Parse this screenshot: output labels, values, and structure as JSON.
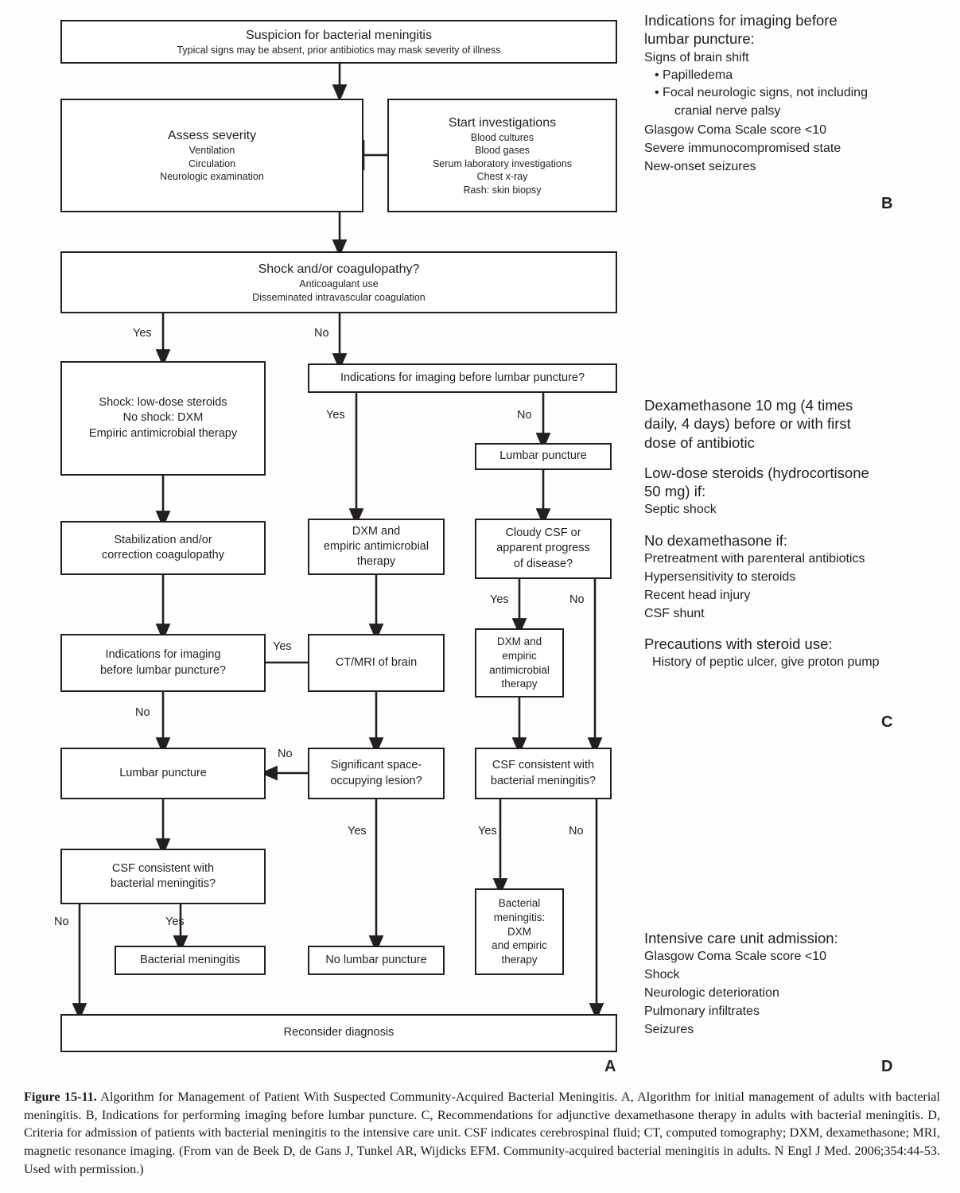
{
  "flow": {
    "nodes": [
      {
        "id": "suspicion",
        "title": "Suspicion for bacterial meningitis",
        "sub": [
          "Typical signs may be absent, prior antibiotics may mask severity of illness"
        ]
      },
      {
        "id": "assess",
        "title": "Assess severity",
        "sub": [
          "Ventilation",
          "Circulation",
          "Neurologic examination"
        ]
      },
      {
        "id": "investigations",
        "title": "Start investigations",
        "sub": [
          "Blood cultures",
          "Blood gases",
          "Serum laboratory investigations",
          "Chest x-ray",
          "Rash: skin biopsy"
        ]
      },
      {
        "id": "shock",
        "title": "Shock and/or coagulopathy?",
        "sub": [
          "Anticoagulant use",
          "Disseminated intravascular coagulation"
        ]
      },
      {
        "id": "steroids",
        "lines": [
          "Shock: low-dose steroids",
          "No shock: DXM",
          "Empiric antimicrobial therapy"
        ]
      },
      {
        "id": "indications-top",
        "lines": [
          "Indications for imaging before lumbar puncture?"
        ]
      },
      {
        "id": "lp-right",
        "lines": [
          "Lumbar puncture"
        ]
      },
      {
        "id": "stabilization",
        "lines": [
          "Stabilization and/or",
          "correction coagulopathy"
        ]
      },
      {
        "id": "dxm-mid",
        "lines": [
          "DXM and",
          "empiric antimicrobial",
          "therapy"
        ]
      },
      {
        "id": "cloudy",
        "lines": [
          "Cloudy CSF or",
          "apparent progress",
          "of disease?"
        ]
      },
      {
        "id": "indications-left",
        "lines": [
          "Indications for imaging",
          "before lumbar puncture?"
        ]
      },
      {
        "id": "ctmri",
        "lines": [
          "CT/MRI of brain"
        ]
      },
      {
        "id": "dxm-right",
        "lines": [
          "DXM and",
          "empiric",
          "antimicrobial",
          "therapy"
        ]
      },
      {
        "id": "lp-left",
        "lines": [
          "Lumbar puncture"
        ]
      },
      {
        "id": "lesion",
        "lines": [
          "Significant space-",
          "occupying lesion?"
        ]
      },
      {
        "id": "csf-right",
        "lines": [
          "CSF consistent with",
          "bacterial meningitis?"
        ]
      },
      {
        "id": "csf-left",
        "lines": [
          "CSF consistent with",
          "bacterial meningitis?"
        ]
      },
      {
        "id": "bact-men",
        "lines": [
          "Bacterial meningitis"
        ]
      },
      {
        "id": "no-lp",
        "lines": [
          "No lumbar puncture"
        ]
      },
      {
        "id": "bact-dxm",
        "lines": [
          "Bacterial",
          "meningitis:",
          "DXM",
          "and empiric",
          "therapy"
        ]
      },
      {
        "id": "reconsider",
        "lines": [
          "Reconsider diagnosis"
        ]
      }
    ],
    "edge_labels": [
      {
        "id": "shock-yes",
        "text": "Yes"
      },
      {
        "id": "shock-no",
        "text": "No"
      },
      {
        "id": "ind-top-yes",
        "text": "Yes"
      },
      {
        "id": "ind-top-no",
        "text": "No"
      },
      {
        "id": "cloudy-yes",
        "text": "Yes"
      },
      {
        "id": "cloudy-no",
        "text": "No"
      },
      {
        "id": "ind-left-yes",
        "text": "Yes"
      },
      {
        "id": "ind-left-no",
        "text": "No"
      },
      {
        "id": "lesion-no",
        "text": "No"
      },
      {
        "id": "lesion-yes",
        "text": "Yes"
      },
      {
        "id": "csf-right-yes",
        "text": "Yes"
      },
      {
        "id": "csf-right-no",
        "text": "No"
      },
      {
        "id": "csf-left-no",
        "text": "No"
      },
      {
        "id": "csf-left-yes",
        "text": "Yes"
      }
    ],
    "panel_letter_a": "A"
  },
  "panel_b": {
    "heading": [
      "Indications for imaging before",
      "lumbar puncture:"
    ],
    "items": [
      {
        "type": "line",
        "text": "Signs of brain shift"
      },
      {
        "type": "bullet",
        "text": "Papilledema"
      },
      {
        "type": "bullet",
        "text": "Focal neurologic signs, not including"
      },
      {
        "type": "cont",
        "text": "cranial nerve palsy"
      },
      {
        "type": "line",
        "text": "Glasgow Coma Scale score <10"
      },
      {
        "type": "line",
        "text": "Severe immunocompromised state"
      },
      {
        "type": "line",
        "text": "New-onset seizures"
      }
    ],
    "letter": "B"
  },
  "panel_c": {
    "blocks": [
      {
        "heading": [
          "Dexamethasone 10 mg (4 times",
          "daily, 4 days) before or with first",
          "dose of antibiotic"
        ],
        "lines": []
      },
      {
        "heading": [
          "Low-dose steroids (hydrocortisone",
          "50 mg) if:"
        ],
        "lines": [
          "Septic shock"
        ]
      },
      {
        "heading": [
          "No dexamethasone if:"
        ],
        "lines": [
          "Pretreatment with parenteral antibiotics",
          "Hypersensitivity to steroids",
          "Recent head injury",
          "CSF shunt"
        ]
      },
      {
        "heading": [
          "Precautions with steroid use:"
        ],
        "lines": [
          "History of peptic ulcer, give proton pump"
        ]
      }
    ],
    "letter": "C"
  },
  "panel_d": {
    "heading": [
      "Intensive care unit admission:"
    ],
    "lines": [
      "Glasgow Coma Scale score <10",
      "Shock",
      "Neurologic deterioration",
      "Pulmonary infiltrates",
      "Seizures"
    ],
    "letter": "D"
  },
  "caption": {
    "label": "Figure 15-11.",
    "text": " Algorithm for Management of Patient With Suspected Community-Acquired Bacterial Meningitis. A, Algorithm for initial management of adults with bacterial meningitis. B, Indications for performing imaging before lumbar puncture. C, Recommendations for adjunctive dexamethasone therapy in adults with bacterial meningitis. D, Criteria for admission of patients with bacterial meningitis to the intensive care unit. CSF indicates cerebrospinal fluid; CT, computed tomography; DXM, dexamethasone; MRI, magnetic resonance imaging. (From van de Beek D, de Gans J, Tunkel AR, Wijdicks EFM. Community-acquired bacterial meningitis in adults. N Engl J Med. 2006;354:44-53. Used with permission.)"
  }
}
